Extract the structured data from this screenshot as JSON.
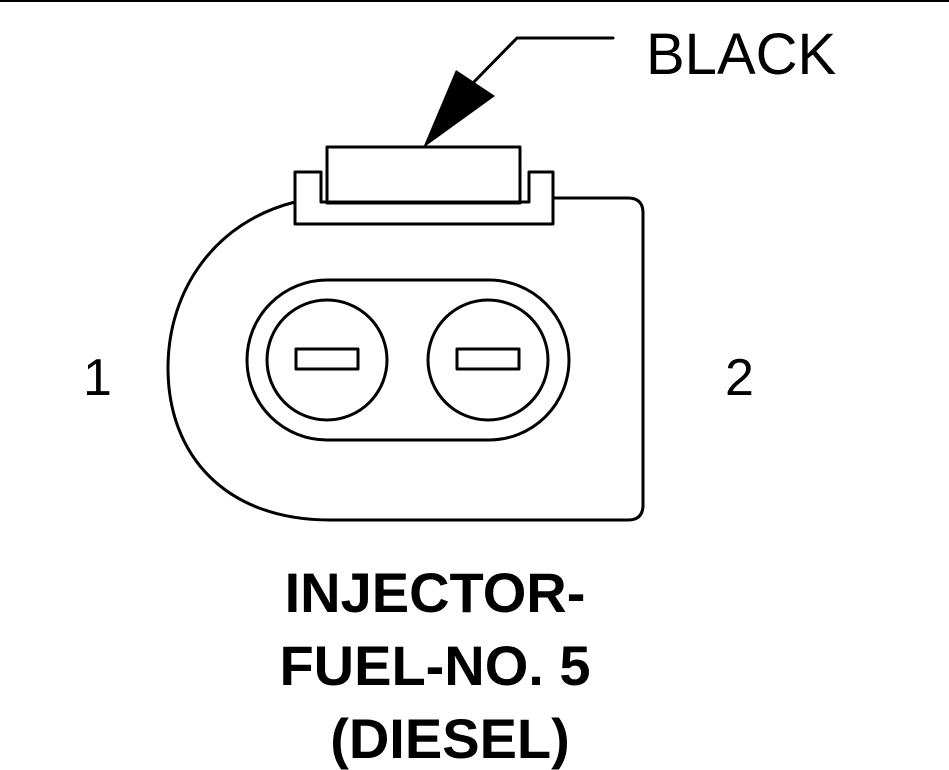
{
  "connector": {
    "color_callout": "BLACK",
    "pins": [
      {
        "label": "1"
      },
      {
        "label": "2"
      }
    ]
  },
  "title": {
    "line1": "INJECTOR-",
    "line2": "FUEL-NO. 5",
    "line3": "(DIESEL)"
  },
  "colors": {
    "line": "#000000",
    "background": "#ffffff"
  }
}
